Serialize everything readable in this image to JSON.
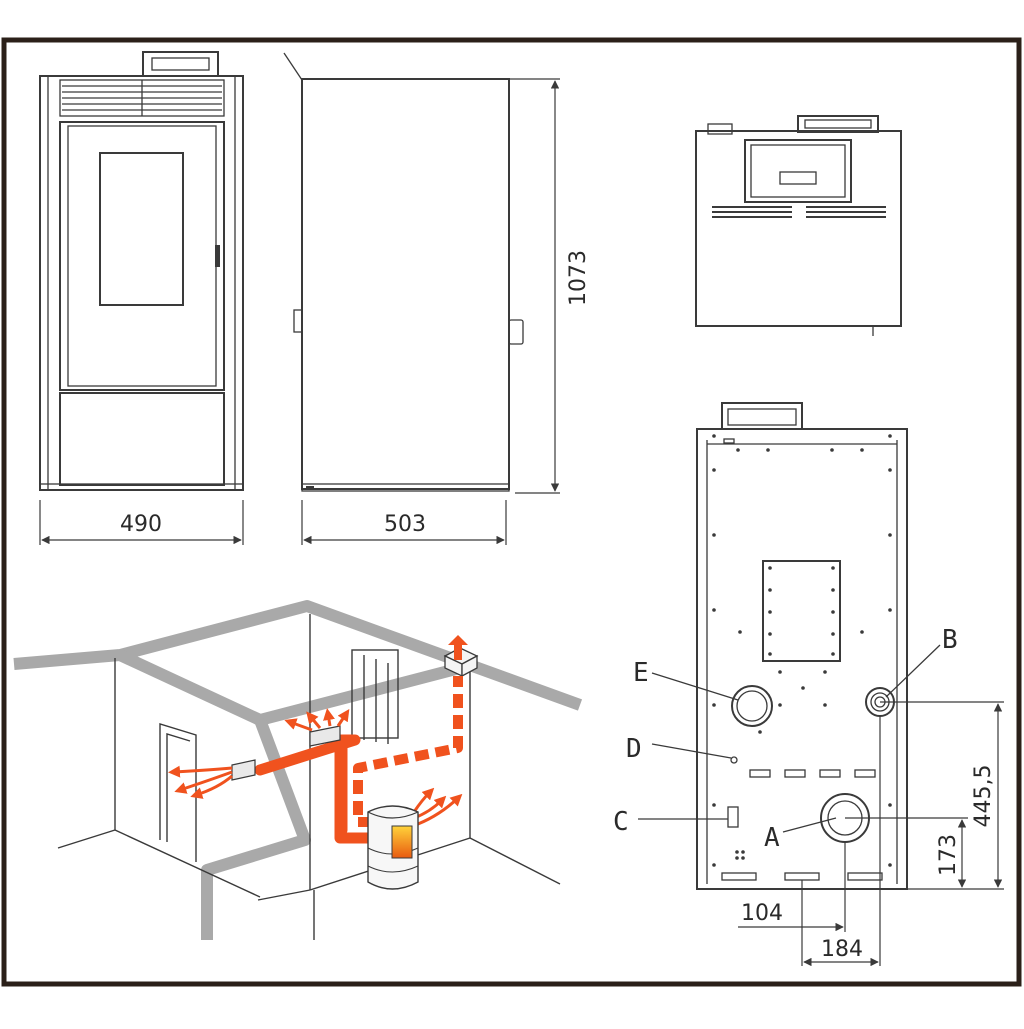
{
  "dimensions": {
    "width_front": "490",
    "depth_side": "503",
    "height": "1073",
    "a_from_bottom": "173",
    "b_from_bottom": "445,5",
    "a_from_side": "104",
    "b_from_side": "184"
  },
  "connection_labels": {
    "a": "A",
    "b": "B",
    "c": "C",
    "d": "D",
    "e": "E"
  },
  "colors": {
    "frame": "#2b2019",
    "line": "#3a3a3a",
    "duct": "#f0521e",
    "wall": "#a9a9a9"
  }
}
